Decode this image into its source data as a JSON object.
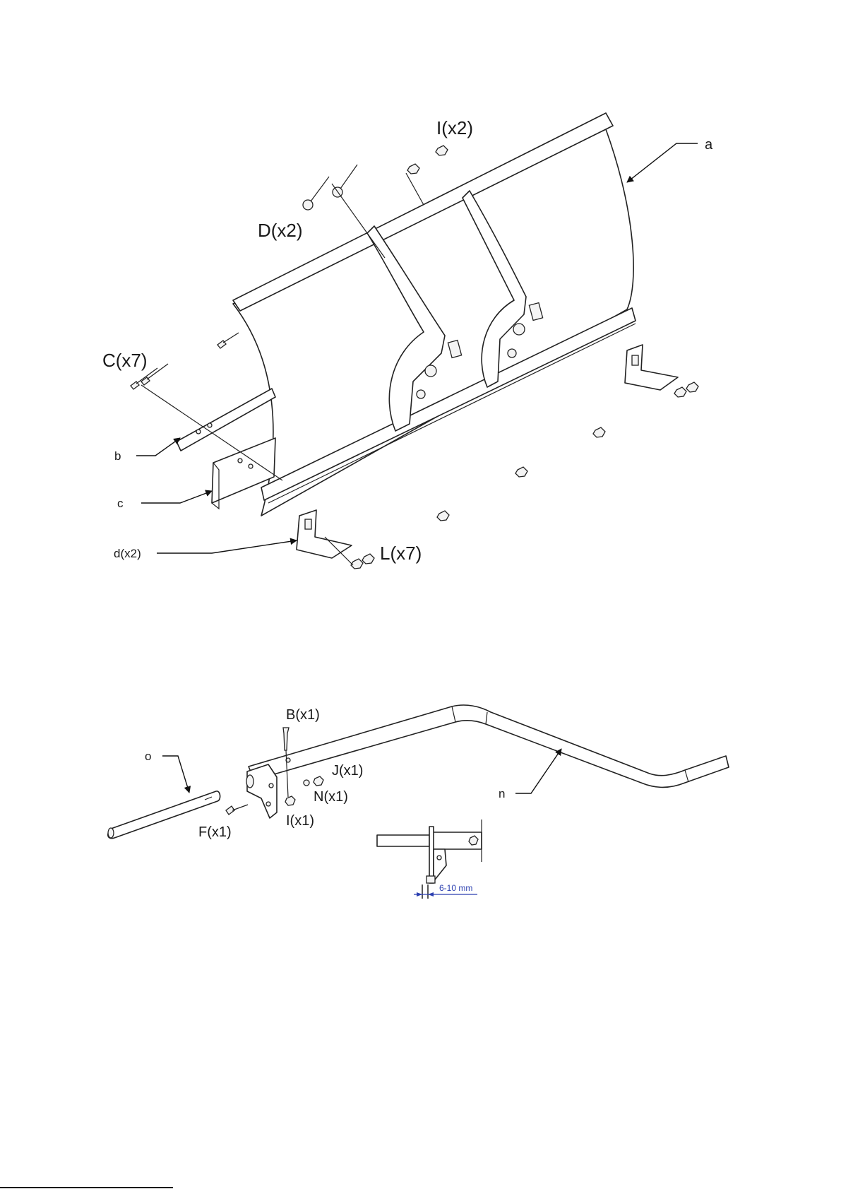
{
  "figure_1": {
    "labels": {
      "a": "a",
      "b": "b",
      "c": "c",
      "d": "d(x2)",
      "C": "C(x7)",
      "D": "D(x2)",
      "I": "I(x2)",
      "L": "L(x7)"
    }
  },
  "figure_2": {
    "labels": {
      "o": "o",
      "n": "n",
      "B": "B(x1)",
      "J": "J(x1)",
      "N": "N(x1)",
      "I": "I(x1)",
      "F": "F(x1)"
    },
    "detail_dimension": "6-10 mm"
  }
}
